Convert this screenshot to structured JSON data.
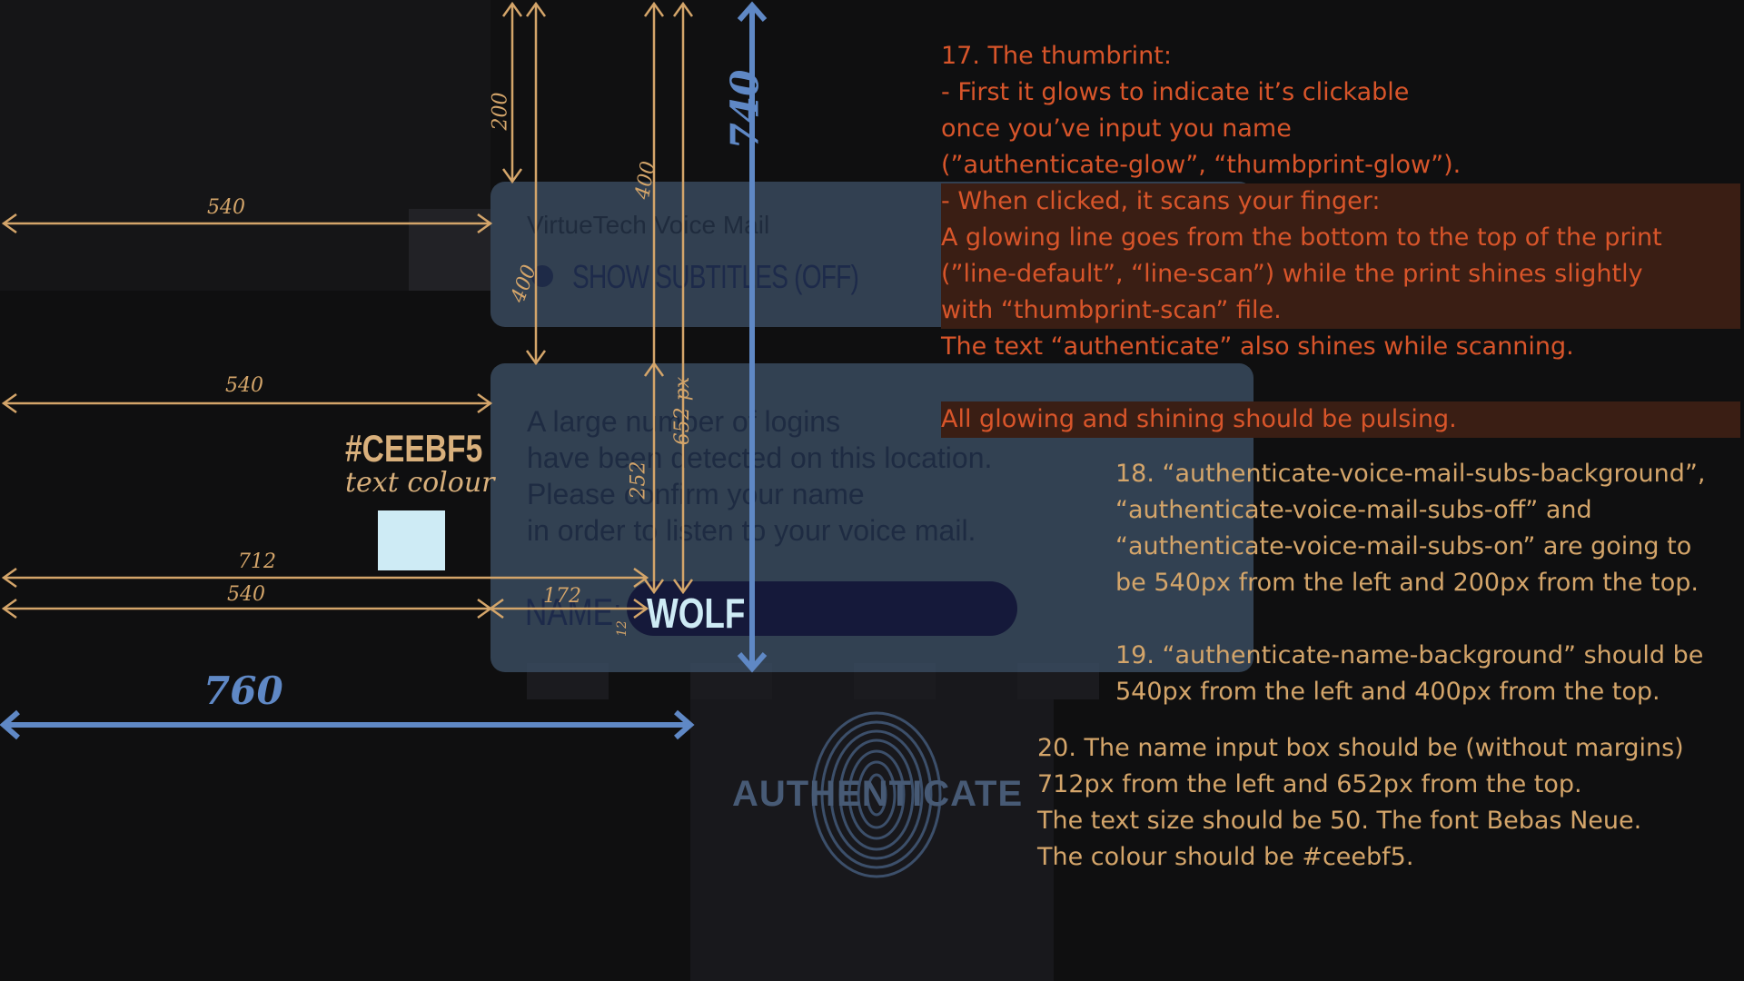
{
  "subs_panel": {
    "title": "VirtueTech Voice Mail",
    "toggle_label": "SHOW SUBTITLES (OFF)"
  },
  "name_panel": {
    "message_lines": [
      "A large number of logins",
      "have been detected on this location.",
      "Please confirm your name",
      "in order to listen to your voice mail."
    ],
    "name_label": "NAME:",
    "name_value": "WOLF"
  },
  "swatch": {
    "hex": "#CEEBF5",
    "caption": "text colour",
    "color": "#ceebf5"
  },
  "authenticate": {
    "label": "AUTHENTICATE",
    "icon": "thumbprint-icon"
  },
  "dimensions": {
    "d540_top": "540",
    "d540_mid": "540",
    "d540_low": "540",
    "d712": "712",
    "d172": "172",
    "d200": "200",
    "d400_a": "400",
    "d400_b": "400",
    "d652": "652 px",
    "d252": "252",
    "d12": "12",
    "d740": "740",
    "d760": "760"
  },
  "notes": {
    "n17": [
      "17. The thumbrint:",
      "- First it glows to indicate it’s clickable",
      "once you’ve input you name",
      "(”authenticate-glow”, “thumbprint-glow”).",
      "- When clicked, it scans your finger:",
      "A glowing line goes from the bottom to the top of the print",
      "(”line-default”, “line-scan”) while the print shines slightly",
      "with “thumbprint-scan” file.",
      "The text “authenticate” also shines while scanning.",
      "",
      "All glowing and shining should be pulsing."
    ],
    "n18": [
      "18. “authenticate-voice-mail-subs-background”,",
      "“authenticate-voice-mail-subs-off” and",
      "“authenticate-voice-mail-subs-on” are going to",
      "be 540px from the left and 200px from the top."
    ],
    "n19": [
      "19. “authenticate-name-background” should be",
      "540px from the left and 400px from the top."
    ],
    "n20": [
      "20. The name input box should be (without margins)",
      "712px from the left and 652px from the top.",
      "The text size should be 50. The font Bebas Neue.",
      "The colour should be #ceebf5."
    ]
  },
  "colors": {
    "note_orange": "#d8552a",
    "note_tan": "#d4a56a",
    "arrow_blue": "#5f88c5",
    "text_colour": "#ceebf5"
  }
}
